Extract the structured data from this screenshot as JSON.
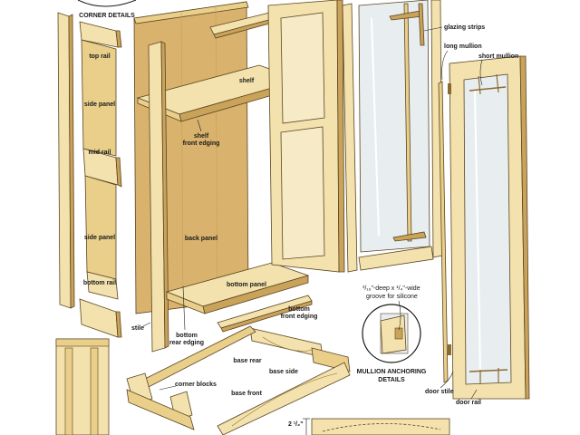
{
  "colors": {
    "wood_light": "#f3e2ad",
    "wood_mid": "#e9cf8a",
    "wood_dark": "#c9a35a",
    "wood_edge": "#8a6a30",
    "panel": "#d9b36d",
    "glass": "#e8eef0",
    "line": "#1a1a1a"
  },
  "labels": {
    "corner_details": "CORNER DETAILS",
    "top_rail": "top rail",
    "side_panel_upper": "side panel",
    "mid_rail": "mid rail",
    "side_panel_lower": "side panel",
    "bottom_rail": "bottom rail",
    "stile": "stile",
    "shelf": "shelf",
    "shelf_front_edging_1": "shelf",
    "shelf_front_edging_2": "front edging",
    "back_panel": "back panel",
    "bottom_panel": "bottom panel",
    "bottom_rear_edging_1": "bottom",
    "bottom_rear_edging_2": "rear edging",
    "bottom_front_edging_1": "bottom",
    "bottom_front_edging_2": "front edging",
    "glazing_strips": "glazing strips",
    "long_mullion": "long mullion",
    "short_mullion": "short mullion",
    "groove_1": "³/₁₆\"-deep x ¹/₄\"-wide",
    "groove_2": "groove for silicone",
    "mullion_anchoring_1": "MULLION ANCHORING",
    "mullion_anchoring_2": "DETAILS",
    "door_stile": "door stile",
    "door_rail": "door rail",
    "base_rear": "base rear",
    "base_side": "base side",
    "corner_blocks": "corner blocks",
    "base_front": "base front",
    "dimension": "2 ¹/₂\""
  }
}
